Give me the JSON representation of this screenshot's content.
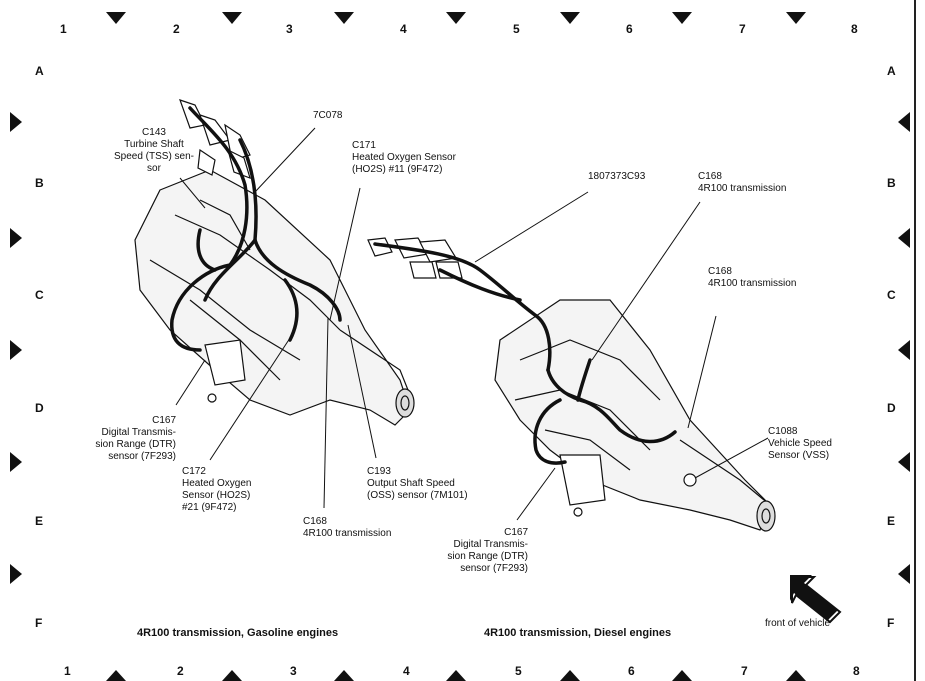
{
  "grid": {
    "columns": [
      "1",
      "2",
      "3",
      "4",
      "5",
      "6",
      "7",
      "8"
    ],
    "rows": [
      "A",
      "B",
      "C",
      "D",
      "E",
      "F"
    ]
  },
  "labels": {
    "c143": [
      "C143",
      "Turbine Shaft",
      "Speed (TSS) sen-",
      "sor"
    ],
    "p7c078": [
      "7C078"
    ],
    "c171": [
      "C171",
      "Heated Oxygen Sensor",
      "(HO2S) #11 (9F472)"
    ],
    "p1807373": [
      "1807373C93"
    ],
    "c168_top": [
      "C168",
      "4R100 transmission"
    ],
    "c168_right": [
      "C168",
      "4R100 transmission"
    ],
    "c167_left": [
      "C167",
      "Digital Transmis-",
      "sion Range (DTR)",
      "sensor (7F293)"
    ],
    "c172": [
      "C172",
      "Heated Oxygen",
      "Sensor (HO2S)",
      "#21 (9F472)"
    ],
    "c168_mid": [
      "C168",
      "4R100 transmission"
    ],
    "c193": [
      "C193",
      "Output Shaft Speed",
      "(OSS) sensor (7M101)"
    ],
    "c1088": [
      "C1088",
      "Vehicle Speed",
      "Sensor (VSS)"
    ],
    "c167_right": [
      "C167",
      "Digital Transmis-",
      "sion Range (DTR)",
      "sensor (7F293)"
    ],
    "front": [
      "front of vehicle"
    ]
  },
  "captions": {
    "gasoline": "4R100 transmission, Gasoline engines",
    "diesel": "4R100 transmission, Diesel engines"
  }
}
